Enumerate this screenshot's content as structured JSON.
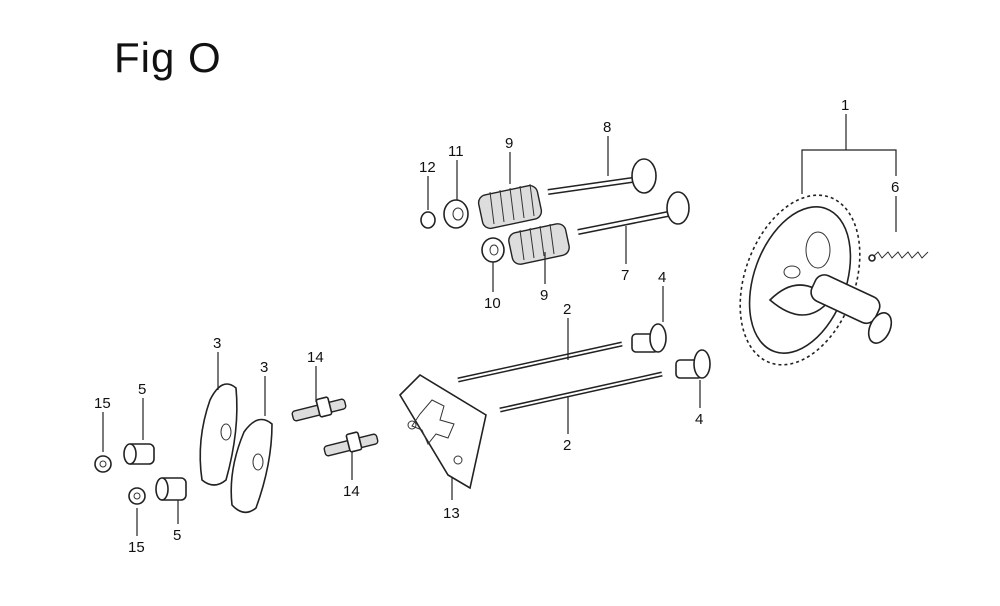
{
  "title": "Fig O",
  "callouts": {
    "c1": "1",
    "c2a": "2",
    "c2b": "2",
    "c3a": "3",
    "c3b": "3",
    "c4a": "4",
    "c4b": "4",
    "c5a": "5",
    "c5b": "5",
    "c6": "6",
    "c7": "7",
    "c8": "8",
    "c9a": "9",
    "c9b": "9",
    "c10": "10",
    "c11": "11",
    "c12": "12",
    "c13": "13",
    "c14a": "14",
    "c14b": "14",
    "c15a": "15",
    "c15b": "15"
  }
}
